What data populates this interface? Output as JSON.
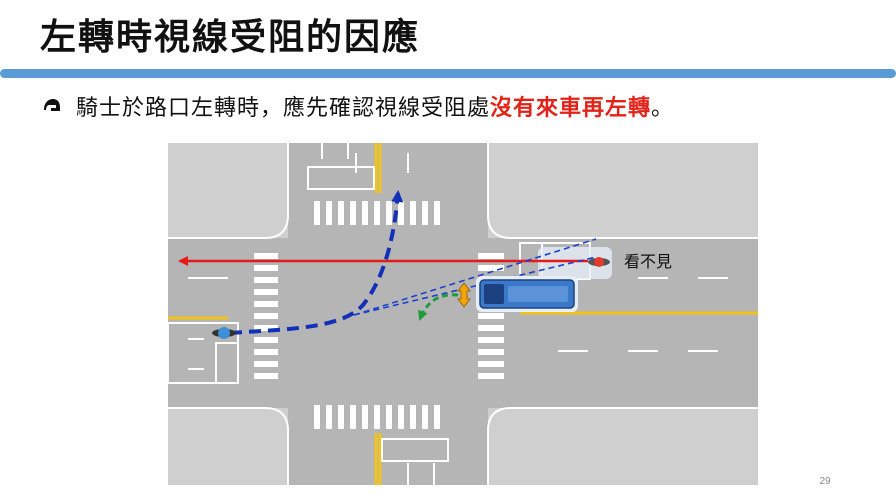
{
  "slide": {
    "title": "左轉時視線受阻的因應",
    "bullet": {
      "icon": "helmet-icon",
      "text": "騎士於路口左轉時，應先確認視線受阻處",
      "emphasis": "沒有來車再左轉",
      "end": "。"
    },
    "figure": {
      "label_unseen": "看不見",
      "colors": {
        "road": "#b5b5b5",
        "sidewalk": "#cfcfcf",
        "lane_marking": "#ffffff",
        "center_line": "#f2c318",
        "oncoming_arrow": "#e51b1b",
        "left_turn_path": "#1230b8",
        "sight_line": "#1d3fd0",
        "avoid_arrow": "#1e9c3a",
        "bus": "#3a78c8",
        "warning_arrow": "#f5a300"
      }
    },
    "page_number": "29"
  }
}
